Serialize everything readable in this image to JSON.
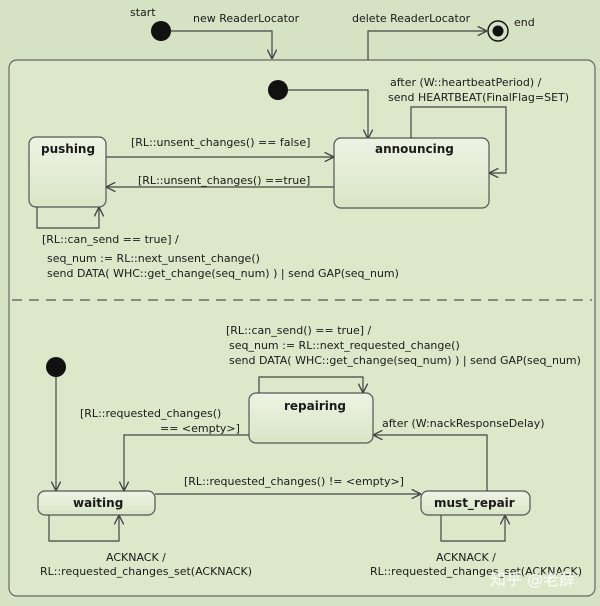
{
  "top": {
    "start_label": "start",
    "end_label": "end",
    "new_transition": "new ReaderLocator",
    "delete_transition": "delete ReaderLocator"
  },
  "states": {
    "pushing": "pushing",
    "announcing": "announcing",
    "repairing": "repairing",
    "waiting": "waiting",
    "must_repair": "must_repair"
  },
  "transitions": {
    "heartbeat_1": "after (W::heartbeatPeriod) /",
    "heartbeat_2": "send HEARTBEAT(FinalFlag=SET)",
    "unsent_false": "[RL::unsent_changes() == false]",
    "unsent_true": "[RL::unsent_changes() ==true]",
    "push_1": "[RL::can_send == true] /",
    "push_2": "seq_num := RL::next_unsent_change()",
    "push_3": "send DATA( WHC::get_change(seq_num) ) | send GAP(seq_num)",
    "repair_1": "[RL::can_send() == true] /",
    "repair_2": "seq_num := RL::next_requested_change()",
    "repair_3": "send DATA( WHC::get_change(seq_num) ) | send GAP(seq_num)",
    "requested_empty_1": "[RL::requested_changes()",
    "requested_empty_2": "== <empty>]",
    "nack_delay": "after (W:nackResponseDelay)",
    "requested_not_empty": "[RL::requested_changes() != <empty>]",
    "acknack_w_1": "ACKNACK /",
    "acknack_w_2": "RL::requested_changes_set(ACKNACK)",
    "acknack_m_1": "ACKNACK /",
    "acknack_m_2": "RL::requested_changes_set(ACKNACK)"
  },
  "watermark": "知乎 @老薛",
  "colors": {
    "background": "#d6e2c4",
    "container": "#dde8ca",
    "state_fill": "#e3ecd3",
    "line": "#444444"
  }
}
